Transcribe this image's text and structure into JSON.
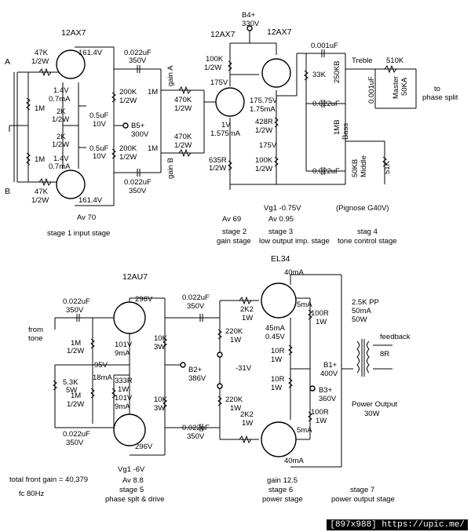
{
  "watermark": "[897x988] https://upic.me/",
  "top": {
    "tube_12ax7_a": "12AX7",
    "v_161_top": "161.4V",
    "v_161_bot": "161.4V",
    "label_A": "A",
    "label_B": "B",
    "r47k_top": [
      "47K",
      "1/2W"
    ],
    "r47k_bot": [
      "47K",
      "1/2W"
    ],
    "r1m_l1": "1M",
    "r1m_l2": "1M",
    "bias_top": [
      "1.4V",
      "0.7mA"
    ],
    "bias_bot": [
      "1.4V",
      "0.7mA"
    ],
    "r2k_top": [
      "2K",
      "1/2W"
    ],
    "r2k_bot": [
      "2K",
      "1/2W"
    ],
    "c05_top": [
      "0.5uF",
      "10V"
    ],
    "c05_bot": [
      "0.5uF",
      "10V"
    ],
    "c022_top": [
      "0.022uF",
      "350V"
    ],
    "c022_bot": [
      "0.022uF",
      "350V"
    ],
    "r200k_top": [
      "200K",
      "1/2W"
    ],
    "r200k_bot": [
      "200K",
      "1/2W"
    ],
    "b5": [
      "B5+",
      "300V"
    ],
    "gainA": "gain A",
    "gainB": "gain B",
    "pot1m_a": "1M",
    "pot1m_b": "1M",
    "r470k_a": [
      "470K",
      "1/2W"
    ],
    "r470k_b": [
      "470K",
      "1/2W"
    ],
    "tube_12ax7_b": "12AX7",
    "tube_12ax7_c": "12AX7",
    "b4": [
      "B4+",
      "330V"
    ],
    "r100k_a": [
      "100K",
      "1/2W"
    ],
    "v175": "175V",
    "bias1v": [
      "1V",
      "1.575mA"
    ],
    "r635": [
      "635R",
      "1/2W"
    ],
    "v17575": [
      "175.75V",
      "1.75mA"
    ],
    "r428": [
      "428R",
      "1/2W"
    ],
    "v175b": "175V",
    "r100k_b": [
      "100K",
      "1/2W"
    ],
    "c001_top": "0.001uF",
    "r33k": "33K",
    "c022_mid": "0.022uF",
    "c022_low": "0.022uF",
    "treble": [
      "250KB",
      "Treble"
    ],
    "bass": [
      "1MB",
      "Bass"
    ],
    "middle": [
      "50KB",
      "Middle"
    ],
    "r51k": "51K",
    "r510k": "510K",
    "c001_b": "0.001uF",
    "master": [
      "Master",
      "50KA"
    ],
    "to_phase": [
      "to",
      "phase split"
    ]
  },
  "stages_top": {
    "av70": "Av 70",
    "stage1": "stage 1 input stage",
    "vg1": "Vg1 -0.75V",
    "pignose": "(Pignose G40V)",
    "av69": "Av 69",
    "av095": "Av 0.95",
    "stage2": "stage 2",
    "gain_stage": "gain stage",
    "stage3": "stage 3",
    "low_out": "low output imp. stage",
    "stage4": "stag 4",
    "tone": "tone control stage"
  },
  "bottom": {
    "tube_12au7": "12AU7",
    "tube_el34": "EL34",
    "c022_in": [
      "0.022uF",
      "350V"
    ],
    "from_tone": [
      "from",
      "tone"
    ],
    "r1m_a": [
      "1M",
      "1/2W"
    ],
    "r1m_b": [
      "1M",
      "1/2W"
    ],
    "v95": "95V",
    "r53k": [
      "5.3K",
      "5W"
    ],
    "c022_gnd": [
      "0.022uF",
      "350V"
    ],
    "v296_top": "296V",
    "v296_bot": "296V",
    "v101a": [
      "101V",
      "9mA"
    ],
    "ma18": "18mA",
    "r333": [
      "333R",
      "1W"
    ],
    "v101b": [
      "101V",
      "9mA"
    ],
    "r10k_a": [
      "10K",
      "3W"
    ],
    "r10k_b": [
      "10K",
      "3W"
    ],
    "b2": [
      "B2+",
      "386V"
    ],
    "c022_oa": [
      "0.022uF",
      "350V"
    ],
    "c022_ob": [
      "0.022uF",
      "350V"
    ],
    "neg31": "-31V",
    "r220k_a": [
      "220K",
      "1W"
    ],
    "r220k_b": [
      "220K",
      "1W"
    ],
    "r2k2_a": [
      "2K2",
      "1W"
    ],
    "r2k2_b": [
      "2K2",
      "1W"
    ],
    "ma40_top": "40mA",
    "ma40_bot": "40mA",
    "ma5_top": "5mA",
    "ma5_bot": "5mA",
    "ma45": [
      "45mA",
      "0.45V"
    ],
    "r100r_a": [
      "100R",
      "1W"
    ],
    "r100r_b": [
      "100R",
      "1W"
    ],
    "r10r_a": [
      "10R",
      "1W"
    ],
    "r10r_b": [
      "10R",
      "1W"
    ],
    "b1": [
      "B1+",
      "400V"
    ],
    "b3": [
      "B3+",
      "360V"
    ],
    "xfmr": [
      "2.5K PP",
      "50mA",
      "50W"
    ],
    "feedback": "feedback",
    "r8r": "8R",
    "power_output": [
      "Power Output",
      "30W"
    ]
  },
  "stages_bottom": {
    "total_gain": "total front gain = 40,379",
    "fc": "fc 80Hz",
    "vg1": "Vg1 -6V",
    "av88": "Av 8.8",
    "stage5": "stage 5",
    "phase": "phase splt & drive",
    "gain125": "gain 12.5",
    "stage6": "stage 6",
    "power_stage": "power stage",
    "stage7": "stage 7",
    "power_out_stage": "power output stage"
  }
}
